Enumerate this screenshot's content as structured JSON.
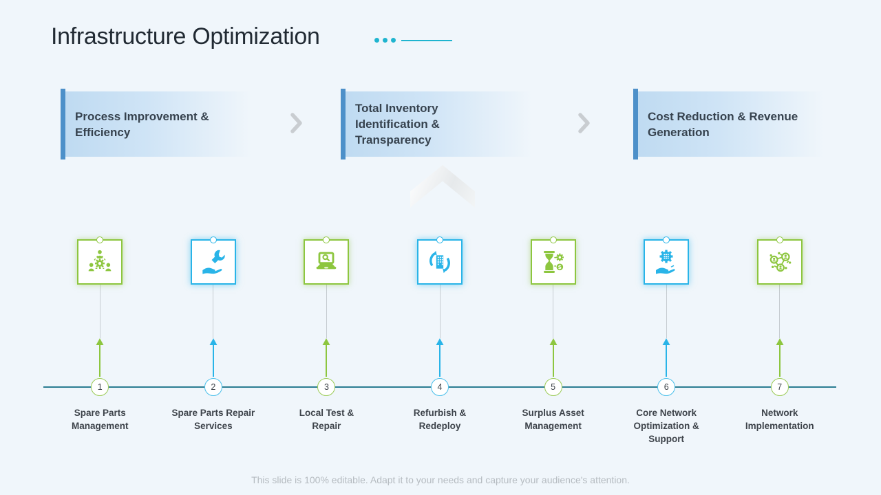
{
  "title": "Infrastructure Optimization",
  "stages": {
    "items": [
      {
        "label": "Process Improvement & Efficiency",
        "lines": [
          "Process Improvement &",
          "Efficiency"
        ]
      },
      {
        "label": "Total Inventory Identification & Transparency",
        "lines": [
          "Total Inventory",
          "Identification &",
          "Transparency"
        ]
      },
      {
        "label": "Cost Reduction & Revenue Generation",
        "lines": [
          "Cost Reduction & Revenue",
          "Generation"
        ]
      }
    ]
  },
  "timeline": {
    "items": [
      {
        "number": "1",
        "label": "Spare Parts Management",
        "lines": [
          "Spare Parts",
          "Management"
        ],
        "icon": "team-gear-icon",
        "color": "green"
      },
      {
        "number": "2",
        "label": "Spare Parts Repair Services",
        "lines": [
          "Spare Parts Repair",
          "Services"
        ],
        "icon": "hand-wrench-icon",
        "color": "cyan"
      },
      {
        "number": "3",
        "label": "Local Test & Repair",
        "lines": [
          "Local Test &",
          "Repair"
        ],
        "icon": "laptop-search-icon",
        "color": "green"
      },
      {
        "number": "4",
        "label": "Refurbish & Redeploy",
        "lines": [
          "Refurbish &",
          "Redeploy"
        ],
        "icon": "building-refresh-icon",
        "color": "cyan"
      },
      {
        "number": "5",
        "label": "Surplus Asset Management",
        "lines": [
          "Surplus Asset",
          "Management"
        ],
        "icon": "hourglass-money-icon",
        "color": "green"
      },
      {
        "number": "6",
        "label": "Core Network Optimization & Support",
        "lines": [
          "Core Network",
          "Optimization &",
          "Support"
        ],
        "icon": "hand-gear-icon",
        "color": "cyan"
      },
      {
        "number": "7",
        "label": "Network Implementation",
        "lines": [
          "Network",
          "Implementation"
        ],
        "icon": "people-network-icon",
        "color": "green"
      }
    ]
  },
  "footer": "This slide is 100% editable. Adapt it to your needs and capture your audience's attention.",
  "colors": {
    "background": "#f0f6fb",
    "green": "#8dc63f",
    "cyan": "#29b4e8",
    "stage_bar_blue": "#4d90c9",
    "stage_fill_blue": "#bedaf1",
    "accent_teal": "#1fb4cf",
    "timeline_axis": "#2a7d92",
    "title_text": "#212a33",
    "label_text": "#3d434a",
    "footer_text": "#b5bbc0",
    "chevron_gray": "#c9cdd1"
  }
}
